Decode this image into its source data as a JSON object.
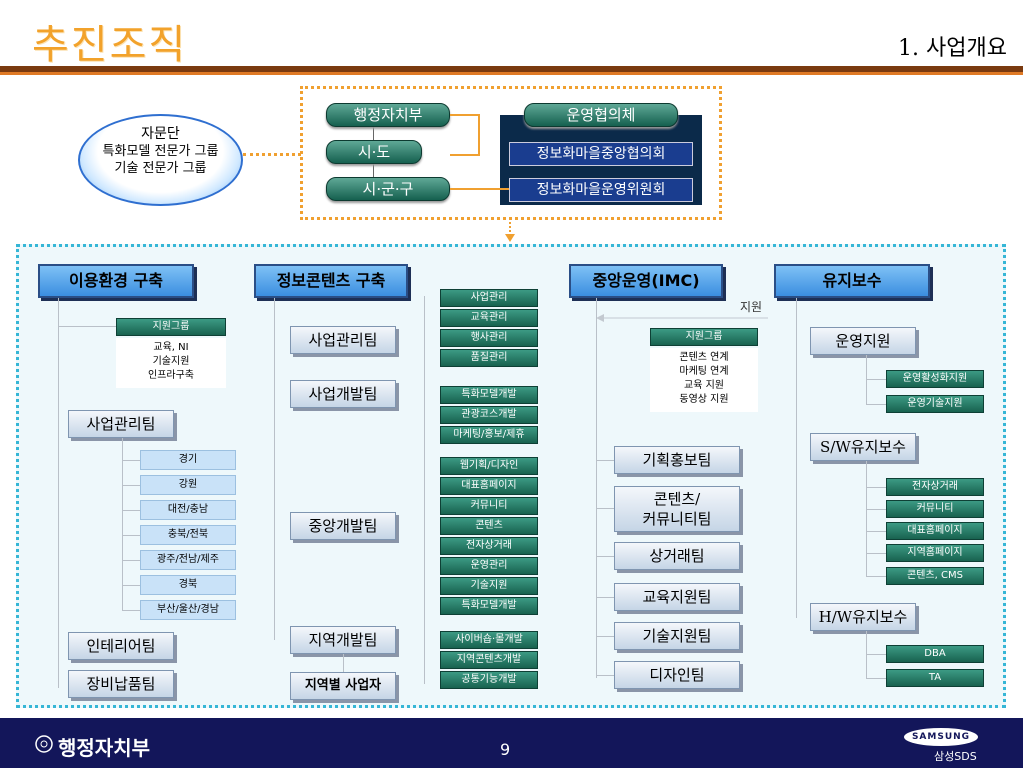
{
  "header": {
    "title": "추진조직",
    "section": "1. 사업개요"
  },
  "advisory": {
    "title": "자문단",
    "line1": "특화모델 전문가 그룹",
    "line2": "기술 전문가 그룹"
  },
  "top": {
    "gov": [
      "행정자치부",
      "시·도",
      "시·군·구"
    ],
    "council": "운영협의체",
    "committees": [
      "정보화마을중앙협의회",
      "정보화마을운영위원회"
    ]
  },
  "col1": {
    "header": "이용환경 구축",
    "support": {
      "title": "지원그룹",
      "items": [
        "교육, NI",
        "기술지원",
        "인프라구축"
      ]
    },
    "team1": "사업관리팀",
    "regions": [
      "경기",
      "강원",
      "대전/충남",
      "충북/전북",
      "광주/전남/제주",
      "경북",
      "부산/울산/경남"
    ],
    "team2": "인테리어팀",
    "team3": "장비납품팀"
  },
  "col2": {
    "header": "정보콘텐츠 구축",
    "teams": [
      "사업관리팀",
      "사업개발팀",
      "중앙개발팀",
      "지역개발팀"
    ],
    "local": "지역별 사업자",
    "mgmt": [
      "사업관리",
      "교육관리",
      "행사관리",
      "품질관리"
    ],
    "dev": [
      "특화모델개발",
      "관광코스개발",
      "마케팅/홍보/제휴"
    ],
    "central": [
      "웹기획/디자인",
      "대표홈페이지",
      "커뮤니티",
      "콘텐츠",
      "전자상거래",
      "운영관리",
      "기술지원",
      "특화모델개발"
    ],
    "regional": [
      "사이버숍·몰개발",
      "지역콘텐츠개발",
      "공통기능개발"
    ]
  },
  "col3": {
    "header": "중앙운영(IMC)",
    "support_label": "지원",
    "support": {
      "title": "지원그룹",
      "items": [
        "콘텐츠 연계",
        "마케팅 연계",
        "교육 지원",
        "동영상 지원"
      ]
    },
    "teams": [
      "기획홍보팀",
      "콘텐츠/\n커뮤니티팀",
      "상거래팀",
      "교육지원팀",
      "기술지원팀",
      "디자인팀"
    ]
  },
  "col4": {
    "header": "유지보수",
    "group1": "운영지원",
    "group1_items": [
      "운영활성화지원",
      "운영기술지원"
    ],
    "group2": "S/W유지보수",
    "group2_items": [
      "전자상거래",
      "커뮤니티",
      "대표홈페이지",
      "지역홈페이지",
      "콘텐츠, CMS"
    ],
    "group3": "H/W유지보수",
    "group3_items": [
      "DBA",
      "TA"
    ]
  },
  "footer": {
    "ministry": "행정자치부",
    "page": "9",
    "brand": "SAMSUNG",
    "sds": "삼성SDS"
  },
  "colors": {
    "title": "#f2a22b",
    "footer": "#13165a",
    "header_blue": "#3b8ee0",
    "green": "#18624f",
    "dotted_cyan": "#35b6d6",
    "dotted_orange": "#f0a030"
  }
}
